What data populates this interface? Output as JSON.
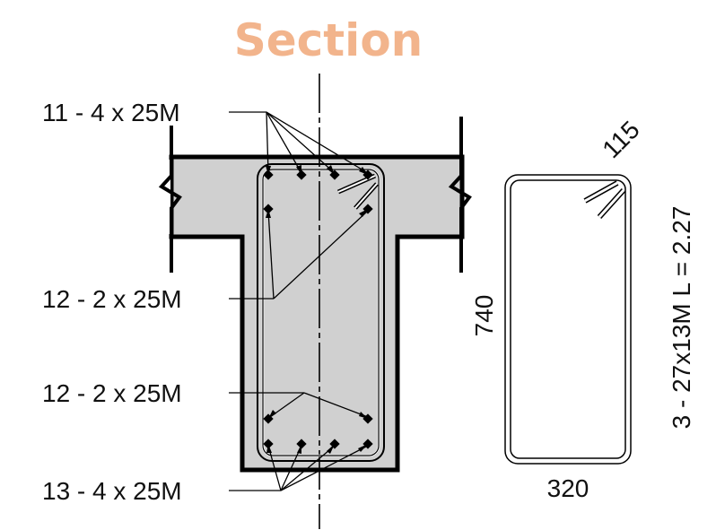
{
  "title": "Section",
  "callouts": {
    "top_bars": "11 - 4 x 25M",
    "upper_side_bars": "12 - 2 x 25M",
    "lower_side_bars": "12 - 2 x 25M",
    "bottom_bars": "13 - 4 x 25M"
  },
  "stirrup_detail": {
    "hook_length": "115",
    "height": "740",
    "width": "320",
    "spec": "3 - 27x13M L = 2.27"
  },
  "colors": {
    "title": "#f2b48c",
    "concrete": "#d0d0d0",
    "line": "#000000"
  }
}
